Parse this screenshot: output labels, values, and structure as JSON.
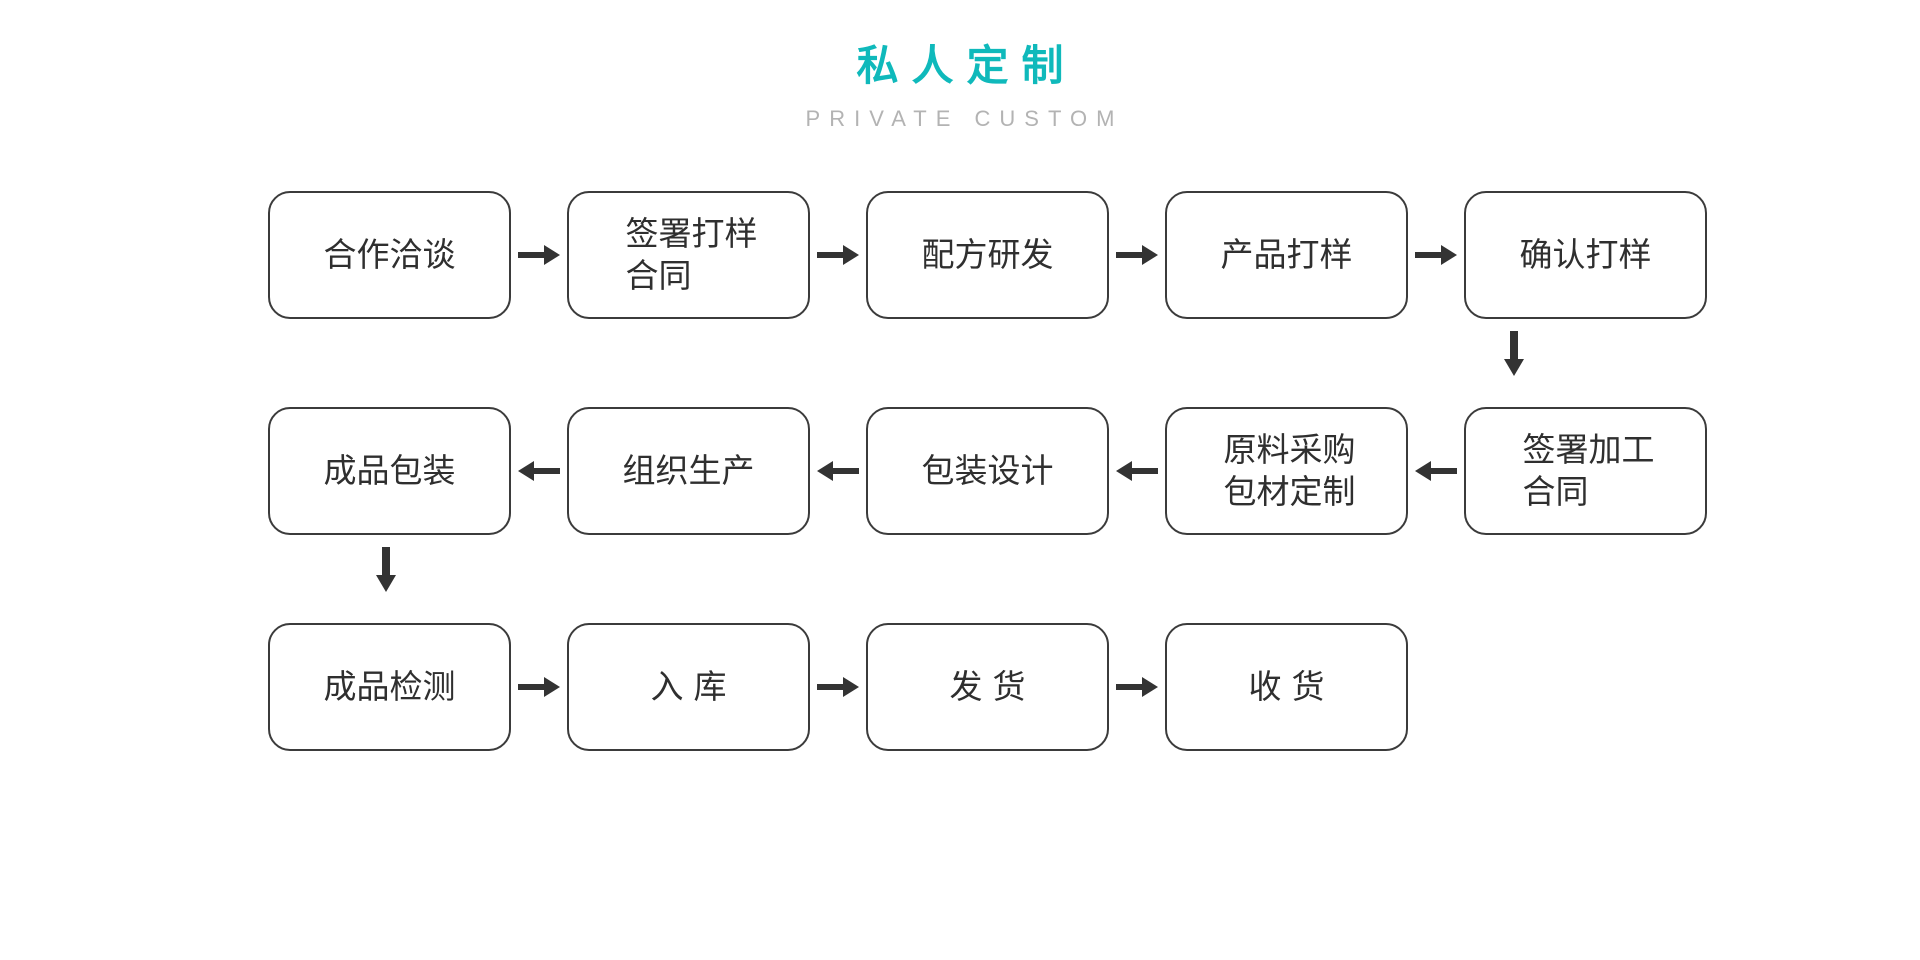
{
  "header": {
    "title_cn": "私人定制",
    "title_en": "PRIVATE CUSTOM",
    "accent_color": "#0fb9bb",
    "subtitle_color": "#b3b3b3"
  },
  "theme": {
    "background": "#ffffff",
    "node_border": "#3b3b3b",
    "node_text": "#2f2f2f",
    "arrow_color": "#333333"
  },
  "chart_data": {
    "type": "diagram",
    "title": "私人定制 / PRIVATE CUSTOM",
    "diagram_kind": "process-flowchart",
    "rows": [
      {
        "direction": "left-to-right",
        "nodes": [
          {
            "id": "n1",
            "label": "合作洽谈",
            "lines": 1
          },
          {
            "id": "n2",
            "label": "签署打样\n合同",
            "lines": 2
          },
          {
            "id": "n3",
            "label": "配方研发",
            "lines": 1
          },
          {
            "id": "n4",
            "label": "产品打样",
            "lines": 1
          },
          {
            "id": "n5",
            "label": "确认打样",
            "lines": 1
          }
        ]
      },
      {
        "direction": "right-to-left",
        "nodes": [
          {
            "id": "n10",
            "label": "成品包装",
            "lines": 1
          },
          {
            "id": "n9",
            "label": "组织生产",
            "lines": 1
          },
          {
            "id": "n8",
            "label": "包装设计",
            "lines": 1
          },
          {
            "id": "n7",
            "label": "原料采购\n包材定制",
            "lines": 2
          },
          {
            "id": "n6",
            "label": "签署加工\n合同",
            "lines": 2
          }
        ]
      },
      {
        "direction": "left-to-right",
        "nodes": [
          {
            "id": "n11",
            "label": "成品检测",
            "lines": 1
          },
          {
            "id": "n12",
            "label": "入库",
            "lines": 1,
            "spaced": true
          },
          {
            "id": "n13",
            "label": "发货",
            "lines": 1,
            "spaced": true
          },
          {
            "id": "n14",
            "label": "收货",
            "lines": 1,
            "spaced": true
          }
        ]
      }
    ],
    "connectors": [
      {
        "from": "n1",
        "to": "n2",
        "type": "arrow-right"
      },
      {
        "from": "n2",
        "to": "n3",
        "type": "arrow-right"
      },
      {
        "from": "n3",
        "to": "n4",
        "type": "arrow-right"
      },
      {
        "from": "n4",
        "to": "n5",
        "type": "arrow-right"
      },
      {
        "from": "n5",
        "to": "n6",
        "type": "arrow-down"
      },
      {
        "from": "n6",
        "to": "n7",
        "type": "arrow-left"
      },
      {
        "from": "n7",
        "to": "n8",
        "type": "arrow-left"
      },
      {
        "from": "n8",
        "to": "n9",
        "type": "arrow-left"
      },
      {
        "from": "n9",
        "to": "n10",
        "type": "arrow-left"
      },
      {
        "from": "n10",
        "to": "n11",
        "type": "arrow-down"
      },
      {
        "from": "n11",
        "to": "n12",
        "type": "arrow-right"
      },
      {
        "from": "n12",
        "to": "n13",
        "type": "arrow-right"
      },
      {
        "from": "n13",
        "to": "n14",
        "type": "arrow-right"
      }
    ]
  }
}
